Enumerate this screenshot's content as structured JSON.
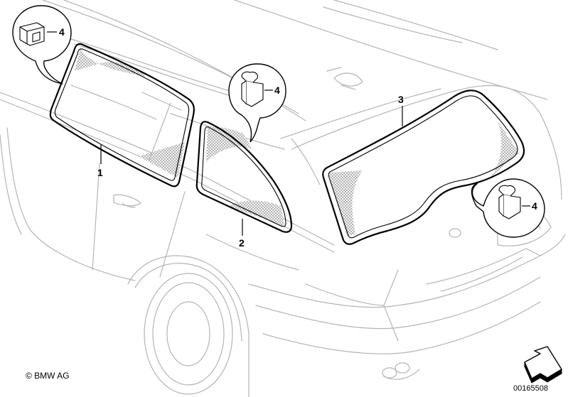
{
  "labels": {
    "part_1": "1",
    "part_2": "2",
    "part_3": "3",
    "detail_a": "4",
    "detail_b": "4",
    "detail_c": "4"
  },
  "footer": {
    "copyright": "© BMW AG",
    "document_number": "00165508"
  },
  "icons": {
    "navigation_arrow": "arrow-icon"
  }
}
